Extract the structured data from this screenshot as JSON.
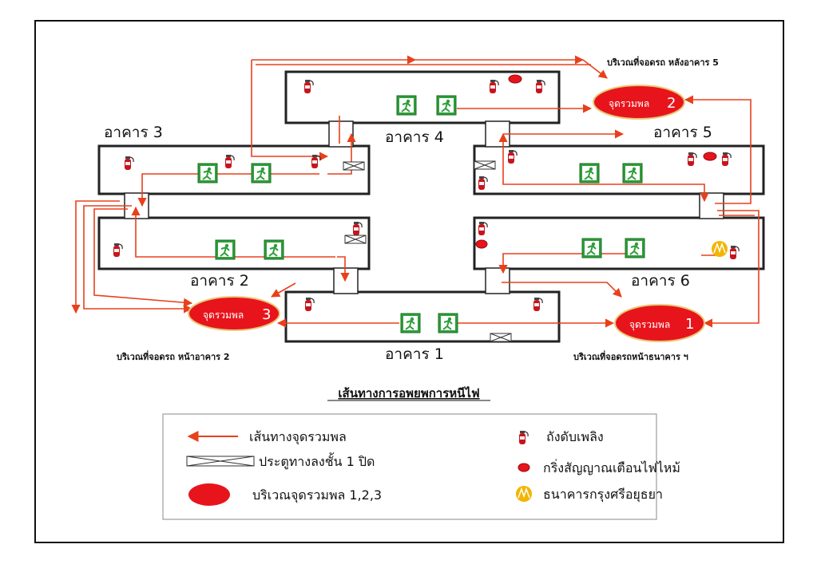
{
  "buildings": {
    "b1": "อาคาร 1",
    "b2": "อาคาร 2",
    "b3": "อาคาร 3",
    "b4": "อาคาร 4",
    "b5": "อาคาร 5",
    "b6": "อาคาร 6"
  },
  "assembly_points": {
    "p1": {
      "label": "จุดรวมพล",
      "num": "1"
    },
    "p2": {
      "label": "จุดรวมพล",
      "num": "2"
    },
    "p3": {
      "label": "จุดรวมพล",
      "num": "3"
    }
  },
  "parking": {
    "behind_b5": "บริเวณที่จอดรถ หลังอาคาร 5",
    "front_b2": "บริเวณที่จอดรถ หน้าอาคาร 2",
    "front_bank": "บริเวณที่จอดรถหน้าธนาคาร ฯ"
  },
  "title": "เส้นทางการอพยพการหนีไฟ",
  "legend": {
    "route": "เส้นทางจุดรวมพล",
    "closed_door": "ประตูทางลงชั้น 1 ปิด",
    "assembly_area": "บริเวณจุดรวมพล 1,2,3",
    "extinguisher": "ถังดับเพลิง",
    "alarm": "กริ่งสัญญาณเตือนไฟไหม้",
    "bank": "ธนาคารกรุงศรีอยุธยา"
  },
  "colors": {
    "route": "#e8401c",
    "assembly": "#e8141c",
    "exit_sign": "#2e9e3a",
    "extinguisher": "#c8141c",
    "bank": "#f2b500"
  }
}
